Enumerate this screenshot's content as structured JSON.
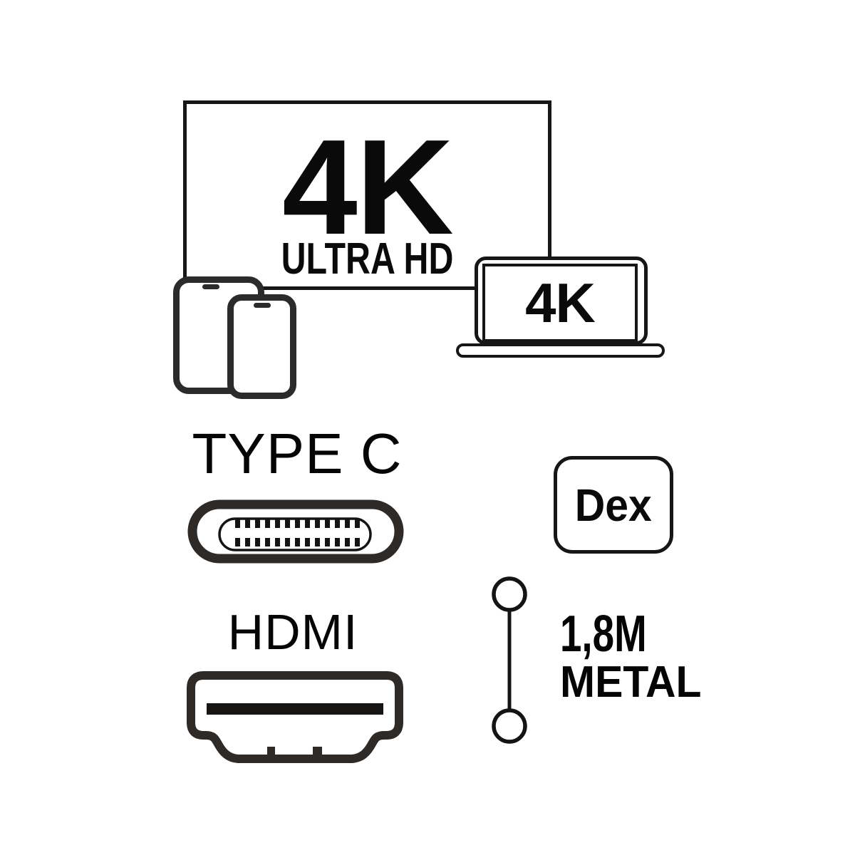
{
  "monitor": {
    "label": "4K",
    "sublabel": "ULTRA HD",
    "icon": "tv-screen-icon"
  },
  "laptop": {
    "screen_label": "4K",
    "icon": "laptop-icon"
  },
  "devices": {
    "tablet_icon": "tablet-icon",
    "phone_icon": "smartphone-icon"
  },
  "usb_c": {
    "title": "TYPE C",
    "icon": "usb-c-connector-icon"
  },
  "dex": {
    "label": "Dex",
    "icon": "dex-mode-badge"
  },
  "hdmi": {
    "title": "HDMI",
    "icon": "hdmi-connector-icon"
  },
  "cable": {
    "length": "1,8M",
    "material": "METAL",
    "icon": "cable-length-icon"
  },
  "colors": {
    "ink": "#161616",
    "device_stroke": "#2b2b2b",
    "connector_stroke": "#2e2a28",
    "text": "#0d0d0d",
    "background": "#ffffff"
  }
}
